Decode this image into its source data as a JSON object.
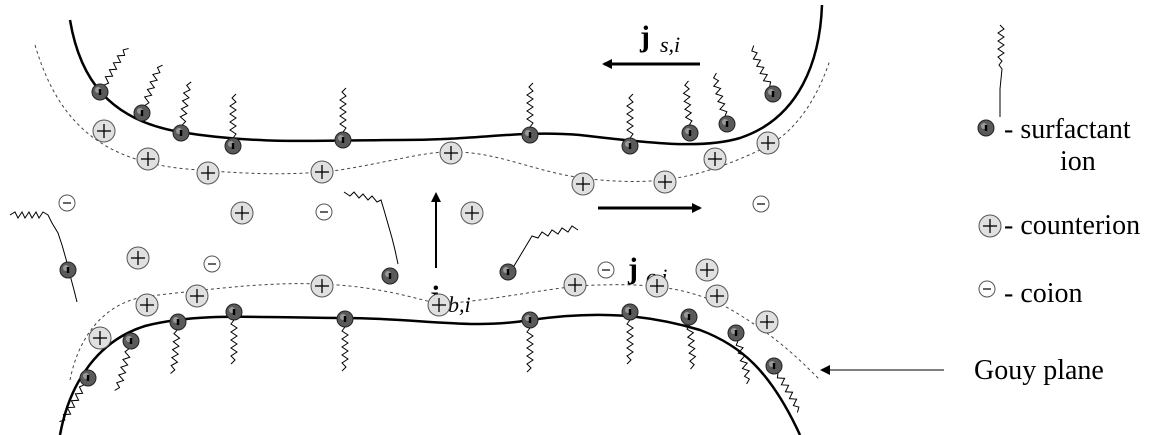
{
  "legend": {
    "surfactant_label_line1": "- surfactant",
    "surfactant_label_line2": "ion",
    "counterion_label": "- counterion",
    "coion_label": "- coion",
    "gouy_plane_label": "Gouy plane"
  },
  "fluxes": {
    "surface": {
      "main": "j",
      "sub": "s,i"
    },
    "bulk": {
      "main": "j",
      "sub": "b,i"
    },
    "convective": {
      "main": "j",
      "sub": "c,i"
    }
  },
  "symbols": {
    "plus": "+",
    "minus": "-"
  },
  "colors": {
    "line": "#000000",
    "surfactant_head": "#555555",
    "counterion_fill": "#dddddd",
    "coion_fill": "#ffffff"
  }
}
